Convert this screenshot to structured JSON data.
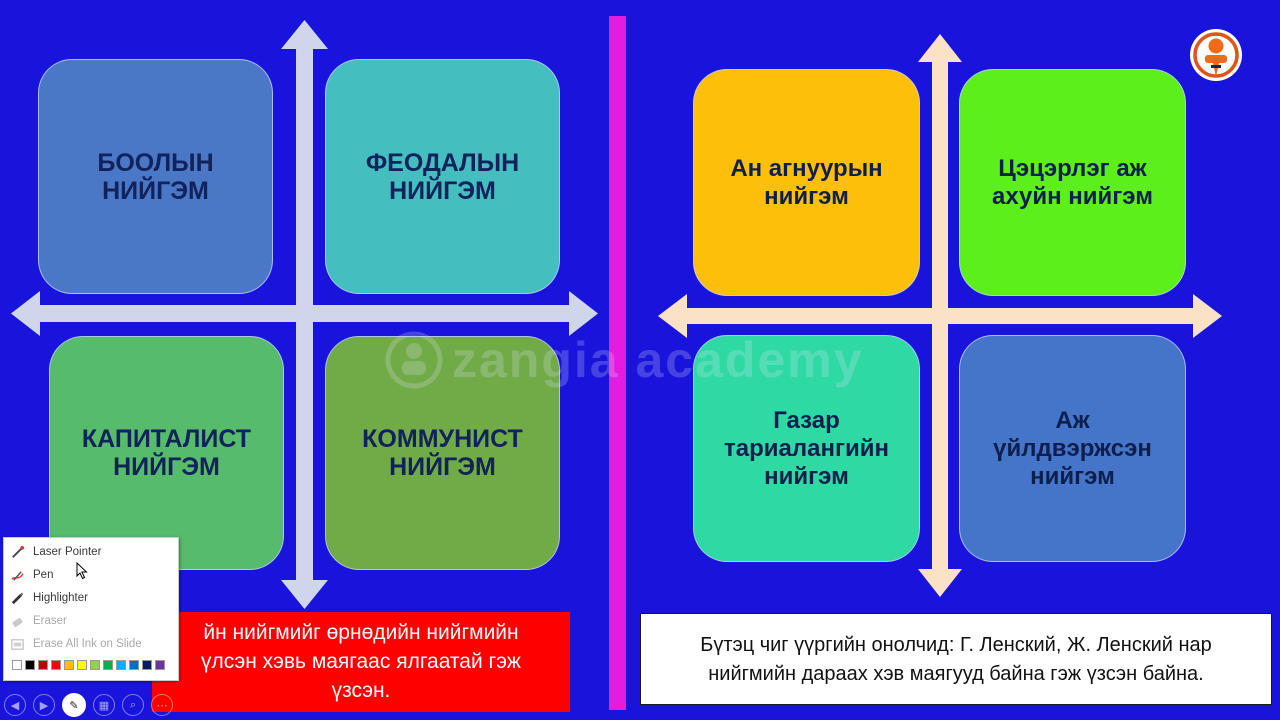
{
  "slide": {
    "left_grid": {
      "boxes": [
        {
          "label": "БООЛЫН\nНИЙГЭМ",
          "color": "#4a78c6"
        },
        {
          "label": "ФЕОДАЛЫН\nНИЙГЭМ",
          "color": "#45bec0"
        },
        {
          "label": "КАПИТАЛИСТ\nНИЙГЭМ",
          "color": "#56bb6a"
        },
        {
          "label": "КОММУНИСТ\nНИЙГЭМ",
          "color": "#70ab48"
        }
      ],
      "arrow_color": "#cfd6ec"
    },
    "right_grid": {
      "boxes": [
        {
          "label": "Ан агнуурын\nнийгэм",
          "color": "#fdbf0a"
        },
        {
          "label": "Цэцэрлэг аж\nахуйн нийгэм",
          "color": "#5def1c"
        },
        {
          "label": "Газар\nтариалангийн\nнийгэм",
          "color": "#2ed9a4"
        },
        {
          "label": "Аж\nүйлдвэржсэн\nнийгэм",
          "color": "#4575c8"
        }
      ],
      "arrow_color": "#fbe2c6"
    },
    "red_caption": "йн нийгмийг өрнөдийн нийгмийн\nүлсэн хэвь маягаас ялгаатай гэж\nүзсэн.",
    "white_caption": "Бүтэц чиг үүргийн онолчид: Г. Ленский, Ж. Ленский нар\nнийгмийн дараах хэв маягууд байна гэж үзсэн байна.",
    "watermark": "zangia academy",
    "divider_color": "#e31ce0",
    "background_color": "#1814dc"
  },
  "ink_menu": {
    "items": [
      {
        "label": "Laser Pointer",
        "icon": "laser-pointer-icon",
        "enabled": true
      },
      {
        "label": "Pen",
        "icon": "pen-icon",
        "enabled": true
      },
      {
        "label": "Highlighter",
        "icon": "highlighter-icon",
        "enabled": true
      },
      {
        "label": "Eraser",
        "icon": "eraser-icon",
        "enabled": false
      },
      {
        "label": "Erase All Ink on Slide",
        "icon": "erase-all-icon",
        "enabled": false
      }
    ],
    "colors": [
      "#ffffff",
      "#000000",
      "#c00000",
      "#ff0000",
      "#ffc000",
      "#ffff00",
      "#92d050",
      "#00b050",
      "#00b0f0",
      "#0070c0",
      "#002060",
      "#7030a0"
    ]
  },
  "bottom_toolbar": {
    "buttons": [
      {
        "icon": "previous-icon",
        "glyph": "◀"
      },
      {
        "icon": "next-icon",
        "glyph": "▶"
      },
      {
        "icon": "pen-tool-icon",
        "glyph": "✎"
      },
      {
        "icon": "see-all-slides-icon",
        "glyph": "▦"
      },
      {
        "icon": "zoom-icon",
        "glyph": "⌕"
      },
      {
        "icon": "more-options-icon",
        "glyph": "⋯"
      }
    ]
  }
}
